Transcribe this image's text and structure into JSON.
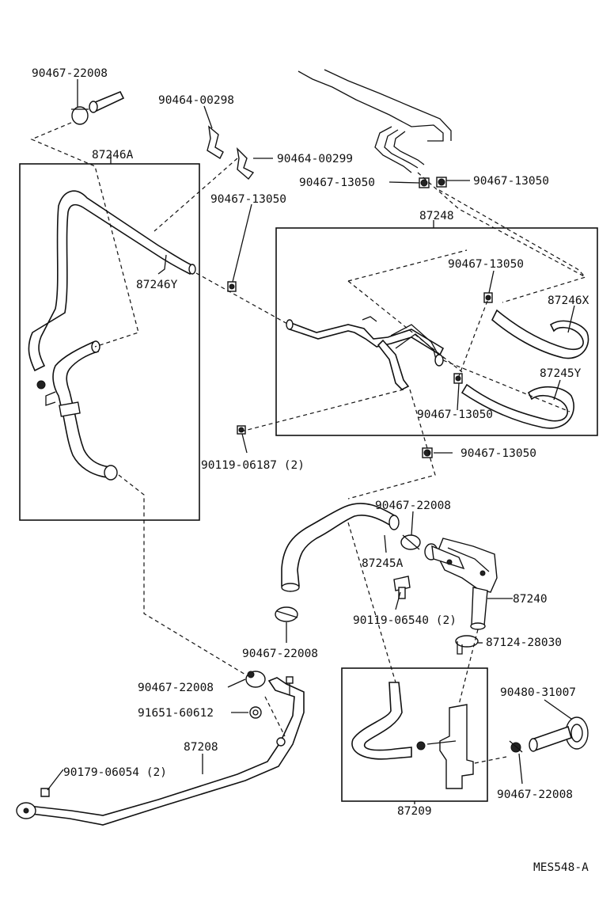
{
  "diagram_id": "MES548-A",
  "labels": {
    "l_90467_22008_top": "90467-22008",
    "l_90464_00298": "90464-00298",
    "l_90464_00299": "90464-00299",
    "l_87246A": "87246A",
    "l_90467_13050_a": "90467-13050",
    "l_90467_13050_b": "90467-13050",
    "l_90467_13050_c": "90467-13050",
    "l_87248": "87248",
    "l_90467_13050_d": "90467-13050",
    "l_87246X": "87246X",
    "l_87246Y": "87246Y",
    "l_87245Y": "87245Y",
    "l_90467_13050_e": "90467-13050",
    "l_90119_06187": "90119-06187 (2)",
    "l_90467_13050_f": "90467-13050",
    "l_90467_22008_b": "90467-22008",
    "l_87245A": "87245A",
    "l_87240": "87240",
    "l_90119_06540": "90119-06540 (2)",
    "l_87124_28030": "87124-28030",
    "l_90467_22008_c": "90467-22008",
    "l_90467_22008_d": "90467-22008",
    "l_90480_31007": "90480-31007",
    "l_91651_60612": "91651-60612",
    "l_87208": "87208",
    "l_90179_06054": "90179-06054 (2)",
    "l_87209": "87209",
    "l_90467_22008_e": "90467-22008",
    "l_code": "MES548-A"
  }
}
